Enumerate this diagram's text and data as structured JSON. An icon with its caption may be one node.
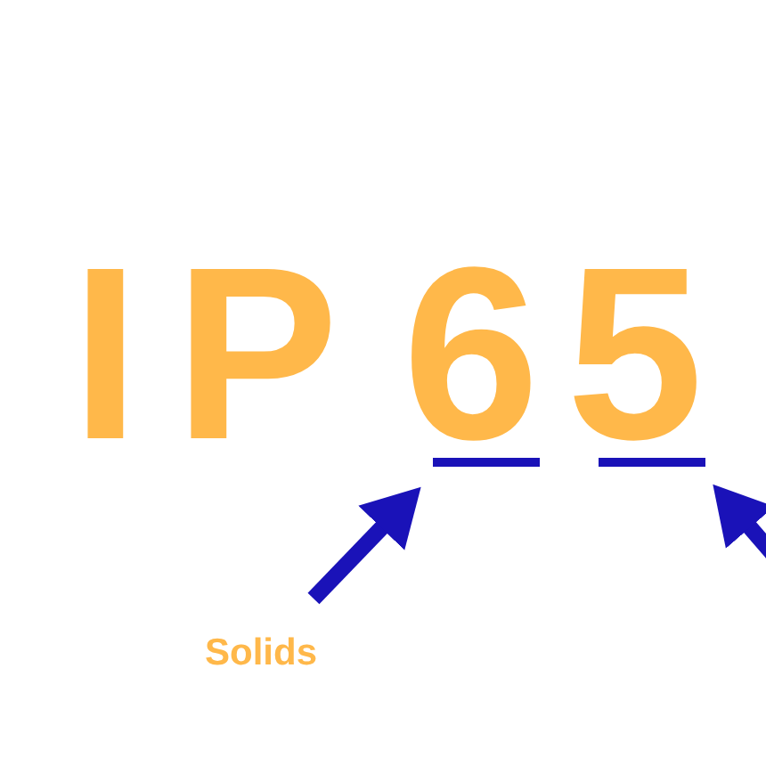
{
  "diagram": {
    "nodes": [
      {
        "text": [
          "Solids"
        ]
      },
      {
        "text": [],
        "shape": "bar"
      },
      {
        "text": [],
        "shape": "bar"
      }
    ],
    "edges": [
      {
        "from": 0,
        "to": 1,
        "arrow": "to"
      },
      {
        "from": null,
        "to": 2,
        "arrow": "to"
      }
    ],
    "labels": [
      "I",
      "P",
      "6",
      "5"
    ]
  }
}
